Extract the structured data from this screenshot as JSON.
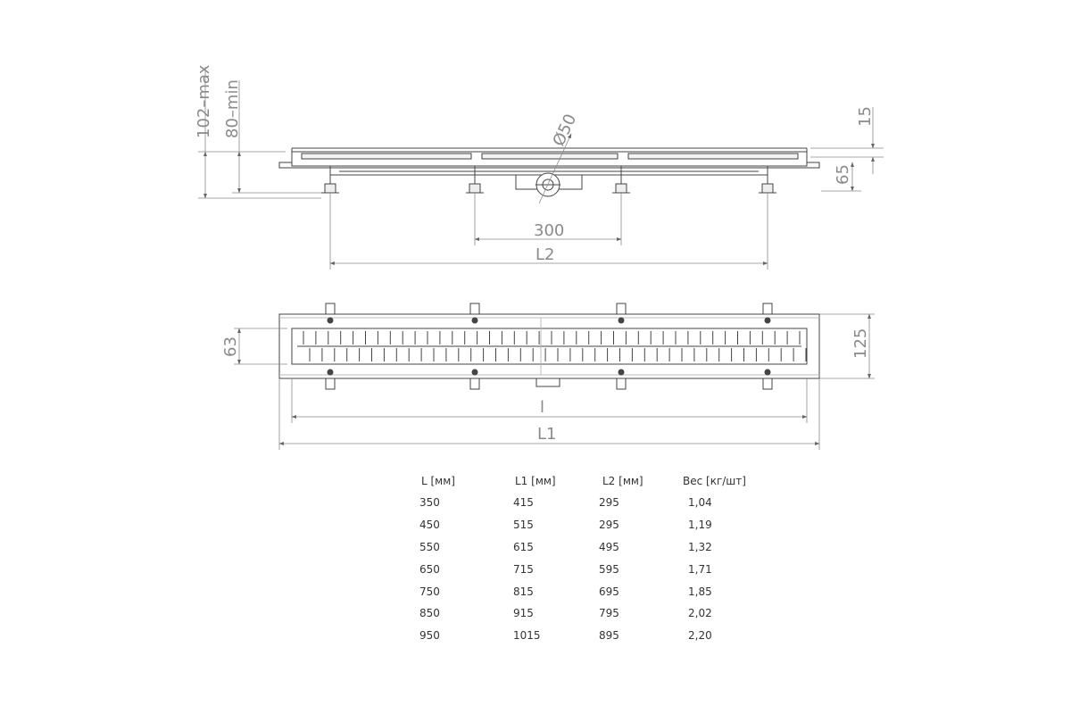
{
  "side_view": {
    "dim_total_height": "102–max",
    "dim_min_height": "80–min",
    "dim_diameter": "Ø50",
    "dim_top": "15",
    "dim_body": "65",
    "dim_center_span": "300",
    "dim_l2": "L2"
  },
  "top_view": {
    "dim_grate_width": "63",
    "dim_total_width": "125",
    "dim_l": "l",
    "dim_l1": "L1"
  },
  "table": {
    "headers": [
      "L [мм]",
      "L1 [мм]",
      "L2 [мм]",
      "Вес [кг/шт]"
    ],
    "rows": [
      [
        "350",
        "415",
        "295",
        "1,04"
      ],
      [
        "450",
        "515",
        "295",
        "1,19"
      ],
      [
        "550",
        "615",
        "495",
        "1,32"
      ],
      [
        "650",
        "715",
        "595",
        "1,71"
      ],
      [
        "750",
        "815",
        "695",
        "1,85"
      ],
      [
        "850",
        "915",
        "795",
        "2,02"
      ],
      [
        "950",
        "1015",
        "895",
        "2,20"
      ]
    ]
  },
  "colors": {
    "line": "#444444",
    "dimension": "#8a8a8a",
    "text": "#333333"
  }
}
